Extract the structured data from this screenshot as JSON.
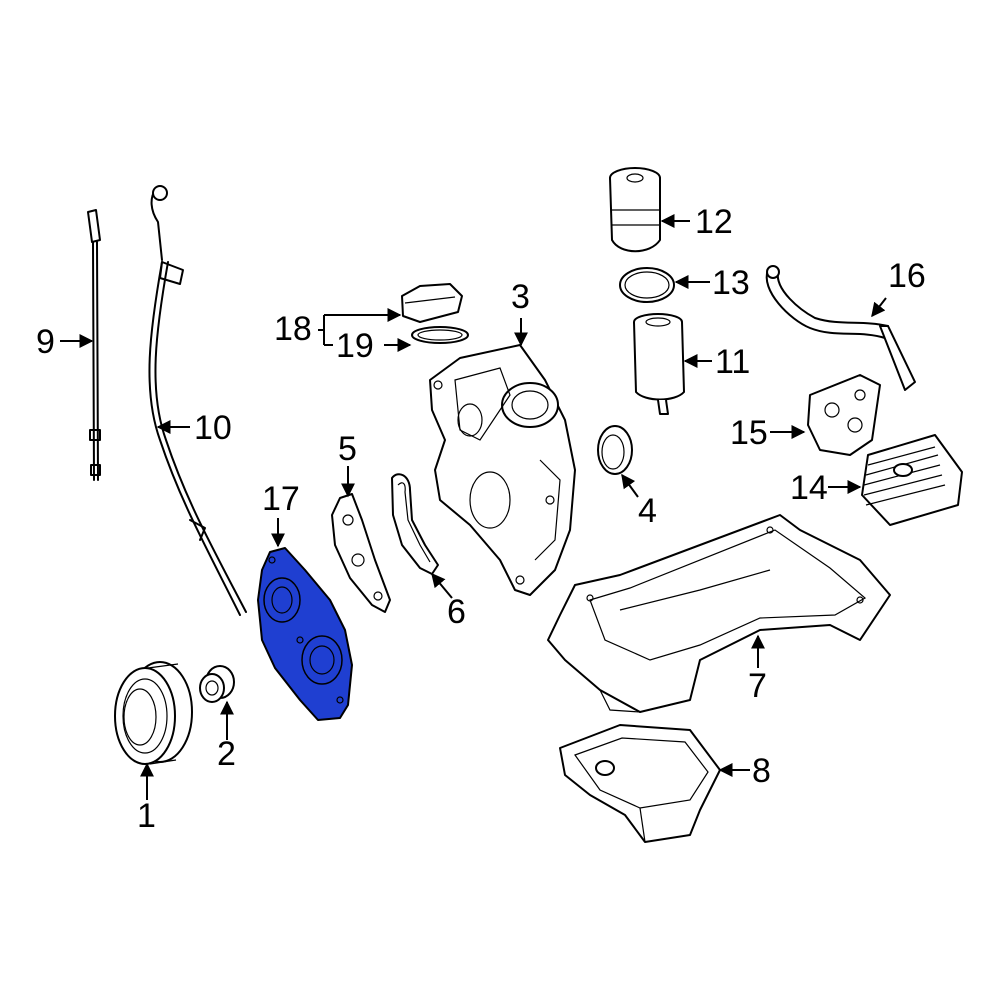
{
  "diagram": {
    "highlight_color": "#1f3fd1",
    "callouts": [
      {
        "id": "1",
        "label": "1"
      },
      {
        "id": "2",
        "label": "2"
      },
      {
        "id": "3",
        "label": "3"
      },
      {
        "id": "4",
        "label": "4"
      },
      {
        "id": "5",
        "label": "5"
      },
      {
        "id": "6",
        "label": "6"
      },
      {
        "id": "7",
        "label": "7"
      },
      {
        "id": "8",
        "label": "8"
      },
      {
        "id": "9",
        "label": "9"
      },
      {
        "id": "10",
        "label": "10"
      },
      {
        "id": "11",
        "label": "11"
      },
      {
        "id": "12",
        "label": "12"
      },
      {
        "id": "13",
        "label": "13"
      },
      {
        "id": "14",
        "label": "14"
      },
      {
        "id": "15",
        "label": "15"
      },
      {
        "id": "16",
        "label": "16"
      },
      {
        "id": "17",
        "label": "17"
      },
      {
        "id": "18",
        "label": "18"
      },
      {
        "id": "19",
        "label": "19"
      }
    ]
  }
}
